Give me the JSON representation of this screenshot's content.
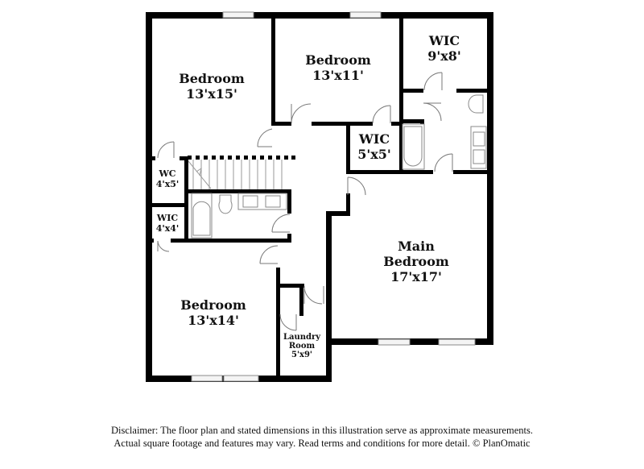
{
  "floorplan": {
    "rooms": [
      {
        "id": "bedroom-nw",
        "name": "Bedroom",
        "dimensions": "13'x15'"
      },
      {
        "id": "bedroom-n",
        "name": "Bedroom",
        "dimensions": "13'x11'"
      },
      {
        "id": "wic-ne",
        "name": "WIC",
        "dimensions": "9'x8'"
      },
      {
        "id": "wic-center",
        "name": "WIC",
        "dimensions": "5'x5'"
      },
      {
        "id": "wc",
        "name": "WC",
        "dimensions": "4'x5'"
      },
      {
        "id": "wic-small",
        "name": "WIC",
        "dimensions": "4'x4'"
      },
      {
        "id": "main-bedroom",
        "name_line1": "Main",
        "name_line2": "Bedroom",
        "dimensions": "17'x17'"
      },
      {
        "id": "bedroom-sw",
        "name": "Bedroom",
        "dimensions": "13'x14'"
      },
      {
        "id": "laundry",
        "name_line1": "Laundry",
        "name_line2": "Room",
        "dimensions": "5'x9'"
      }
    ],
    "colors": {
      "wall": "#000000",
      "fixture": "#8a8a8a",
      "background": "#ffffff"
    }
  },
  "disclaimer": {
    "line1": "Disclaimer: The floor plan and stated dimensions in this illustration serve as approximate measurements.",
    "line2": "Actual square footage and features may vary. Read terms and conditions for more detail. © PlanOmatic"
  }
}
